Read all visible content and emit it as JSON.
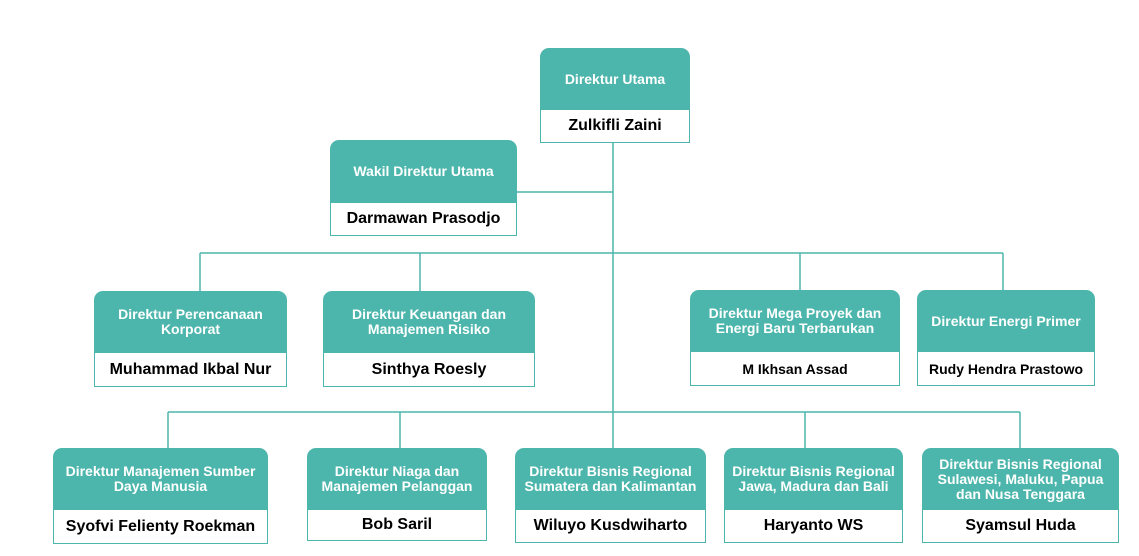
{
  "top": {
    "title": "Direktur Utama",
    "name": "Zulkifli Zaini"
  },
  "deputy": {
    "title": "Wakil Direktur Utama",
    "name": "Darmawan Prasodjo"
  },
  "row2": [
    {
      "title": "Direktur Perencanaan Korporat",
      "name": "Muhammad Ikbal Nur"
    },
    {
      "title": "Direktur Keuangan dan Manajemen Risiko",
      "name": "Sinthya Roesly"
    },
    {
      "title": "Direktur Mega Proyek dan Energi Baru Terbarukan",
      "name": "M Ikhsan Assad"
    },
    {
      "title": "Direktur Energi Primer",
      "name": "Rudy Hendra Prastowo"
    }
  ],
  "row3": [
    {
      "title": "Direktur Manajemen Sumber Daya Manusia",
      "name": "Syofvi Felienty Roekman"
    },
    {
      "title": "Direktur Niaga dan Manajemen Pelanggan",
      "name": "Bob Saril"
    },
    {
      "title": "Direktur Bisnis Regional Sumatera dan Kalimantan",
      "name": "Wiluyo Kusdwiharto"
    },
    {
      "title": "Direktur Bisnis Regional Jawa, Madura dan Bali",
      "name": "Haryanto WS"
    },
    {
      "title": "Direktur Bisnis Regional Sulawesi, Maluku, Papua dan Nusa Tenggara",
      "name": "Syamsul Huda"
    }
  ],
  "colors": {
    "accent": "#4db6ac",
    "line": "#4db6ac"
  }
}
